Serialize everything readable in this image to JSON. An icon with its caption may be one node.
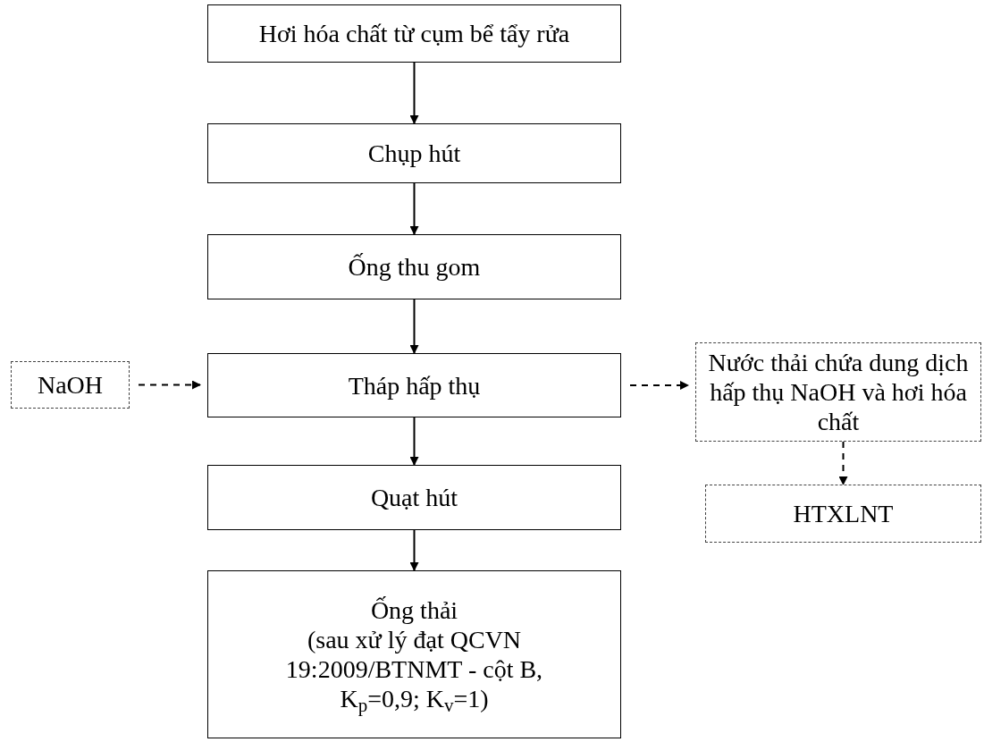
{
  "diagram": {
    "nodes": [
      {
        "text": [
          "Hơi hóa chất từ cụm bể tẩy rửa"
        ]
      },
      {
        "text": [
          "Chụp hút"
        ]
      },
      {
        "text": [
          "Ống thu gom"
        ]
      },
      {
        "text": [
          "NaOH"
        ]
      },
      {
        "text": [
          "Tháp hấp thụ"
        ]
      },
      {
        "text": [
          "Nước thải chứa dung dịch hấp thụ NaOH và hơi hóa chất"
        ]
      },
      {
        "text": [
          "HTXLNT"
        ]
      },
      {
        "text": [
          "Quạt hút"
        ]
      },
      {
        "text": [
          "Ống thải",
          "(sau xử lý đạt QCVN 19:2009/BTNMT - cột B, K$_{p}$=0,9; K$_{v}$=1)"
        ]
      }
    ],
    "edges": [
      {
        "from": 0,
        "to": 1,
        "arrow": "to"
      },
      {
        "from": 1,
        "to": 2,
        "arrow": "to"
      },
      {
        "from": 2,
        "to": 4,
        "arrow": "to"
      },
      {
        "from": 3,
        "to": 4,
        "arrow": "to",
        "style": "dashed"
      },
      {
        "from": 4,
        "to": 5,
        "arrow": "to",
        "style": "dashed"
      },
      {
        "from": 5,
        "to": 6,
        "arrow": "to",
        "style": "dashed"
      },
      {
        "from": 4,
        "to": 7,
        "arrow": "to"
      },
      {
        "from": 7,
        "to": 8,
        "arrow": "to"
      }
    ]
  }
}
